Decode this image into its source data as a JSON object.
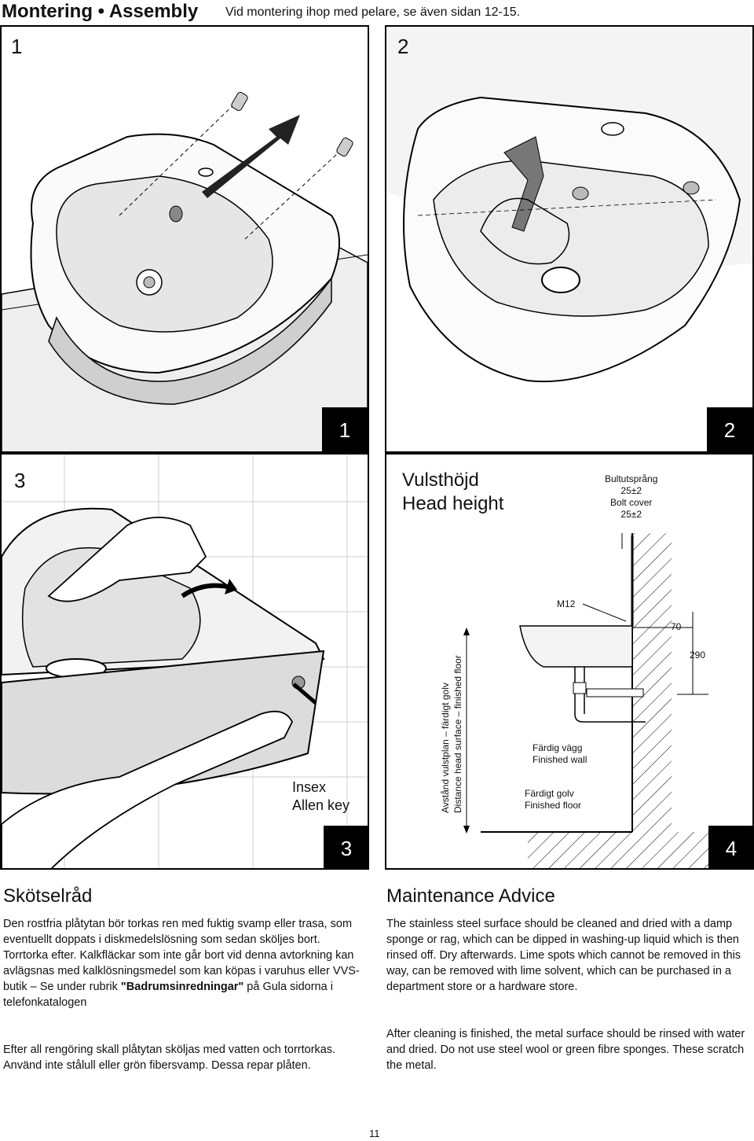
{
  "header": {
    "title": "Montering • Assembly",
    "subtitle": "Vid montering ihop med pelare, se även sidan 12-15."
  },
  "panels": {
    "p1": {
      "number": "1",
      "badge": "1"
    },
    "p2": {
      "number": "2",
      "badge": "2"
    },
    "p3": {
      "number": "3",
      "badge": "3",
      "tool_sv": "Insex",
      "tool_en": "Allen key"
    },
    "p4": {
      "badge": "4",
      "title_sv": "Vulsthöjd",
      "title_en": "Head height",
      "bolt_sv": "Bultutsprång",
      "bolt_sv_val": "25±2",
      "bolt_en": "Bolt cover",
      "bolt_en_val": "25±2",
      "m12": "M12",
      "dim_70": "70",
      "dim_290": "290",
      "wall_sv": "Färdig vägg",
      "wall_en": "Finished wall",
      "floor_sv": "Färdigt golv",
      "floor_en": "Finished floor",
      "vert_sv": "Avstånd vulstplan – färdigt golv",
      "vert_en": "Distance head surface – finished floor"
    }
  },
  "maintenance_sv": {
    "title": "Skötselråd",
    "para1a": "Den rostfria plåtytan bör torkas ren med fuktig svamp eller trasa, som eventuellt doppats i diskmedelslösning som sedan sköljes bort. Torrtorka efter. Kalkfläckar som inte går bort vid denna avtorkning kan avlägsnas med kalklösningsmedel som kan köpas i varuhus eller VVS-butik – Se under rubrik ",
    "para1_bold": "\"Badrumsinredningar\"",
    "para1b": " på Gula sidorna i telefonkatalogen",
    "para2": "Efter all rengöring skall plåtytan sköljas med vatten och torrtorkas. Använd inte stålull eller grön fibersvamp. Dessa repar plåten."
  },
  "maintenance_en": {
    "title": "Maintenance Advice",
    "para1": "The stainless steel surface should be cleaned and dried with a damp sponge or rag, which can be dipped in washing-up liquid which is then rinsed off. Dry afterwards.  Lime spots which cannot be removed in this way, can be removed with lime solvent, which can be purchased in a department store or a hardware store.",
    "para2": "After cleaning is finished, the metal surface should be rinsed with water and dried. Do not use steel wool or green fibre sponges. These scratch the metal."
  },
  "page_number": "11"
}
